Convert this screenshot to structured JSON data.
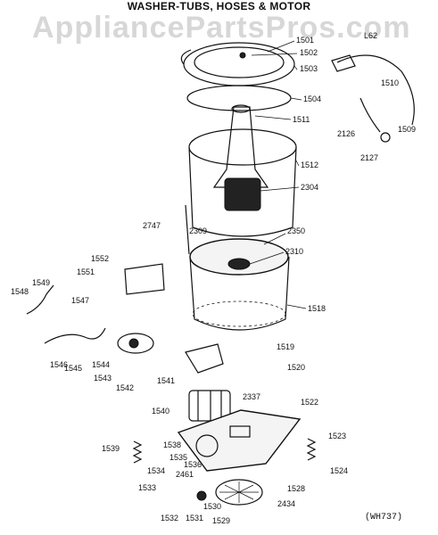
{
  "header": {
    "title": "WASHER-TUBS, HOSES & MOTOR",
    "watermark": "AppliancePartsPros.com"
  },
  "diagram_ref": "(WH737)",
  "part_labels": [
    "1501",
    "1502",
    "1503",
    "1504",
    "1511",
    "1512",
    "2304",
    "1510",
    "L62",
    "1509",
    "2126",
    "2127",
    "2747",
    "2309",
    "2350",
    "2310",
    "1518",
    "1552",
    "1551",
    "1549",
    "1548",
    "1547",
    "1546",
    "1545",
    "1544",
    "1543",
    "1542",
    "1541",
    "1519",
    "1520",
    "2337",
    "1540",
    "1522",
    "1539",
    "1538",
    "1535",
    "1536",
    "2461",
    "1534",
    "1533",
    "1530",
    "1532",
    "1531",
    "1529",
    "1528",
    "2434",
    "1523",
    "1524"
  ]
}
